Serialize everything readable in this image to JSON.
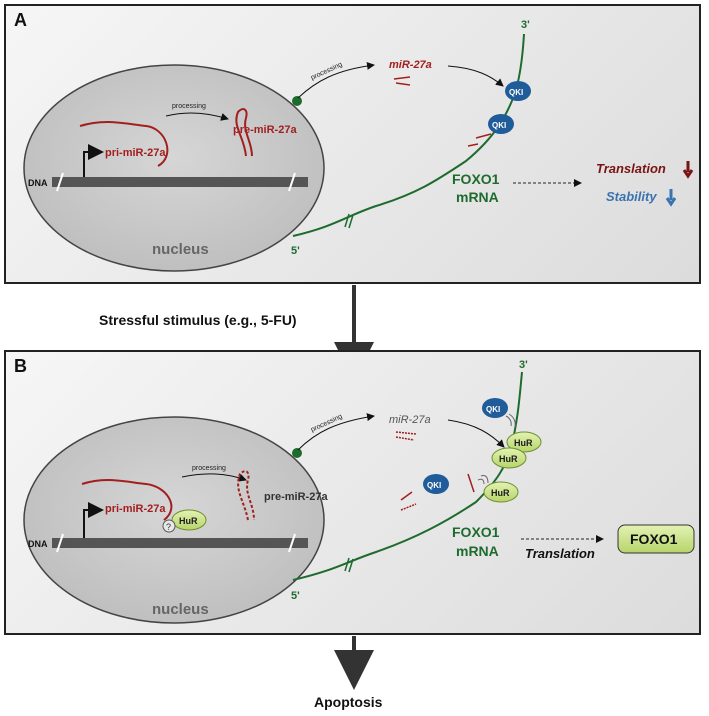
{
  "panel_a": {
    "letter": "A",
    "dna": "DNA",
    "pri": "pri-miR-27a",
    "processing1": "processing",
    "pre": "pre-miR-27a",
    "processing2": "processing",
    "mir": "miR-27a",
    "qki": "QKI",
    "three_prime": "3'",
    "five_prime": "5'",
    "foxo1": "FOXO1",
    "mrna": "mRNA",
    "translation": "Translation",
    "stability": "Stability",
    "nucleus": "nucleus"
  },
  "middle": {
    "stimulus": "Stressful stimulus (e.g., 5-FU)"
  },
  "panel_b": {
    "letter": "B",
    "dna": "DNA",
    "pri": "pri-miR-27a",
    "question": "?",
    "hur": "HuR",
    "processing1": "processing",
    "pre": "pre-miR-27a",
    "processing2": "processing",
    "mir": "miR-27a",
    "qki": "QKI",
    "three_prime": "3'",
    "five_prime": "5'",
    "foxo1": "FOXO1",
    "mrna": "mRNA",
    "translation": "Translation",
    "protein": "FOXO1",
    "nucleus": "nucleus"
  },
  "bottom": {
    "outcome": "Apoptosis"
  },
  "colors": {
    "rna_red": "#a31f1f",
    "mrna_green": "#1e6b2e",
    "qki_blue": "#1f5c99",
    "hur_green": "#c9e08a",
    "stability_blue": "#3a73b0"
  }
}
